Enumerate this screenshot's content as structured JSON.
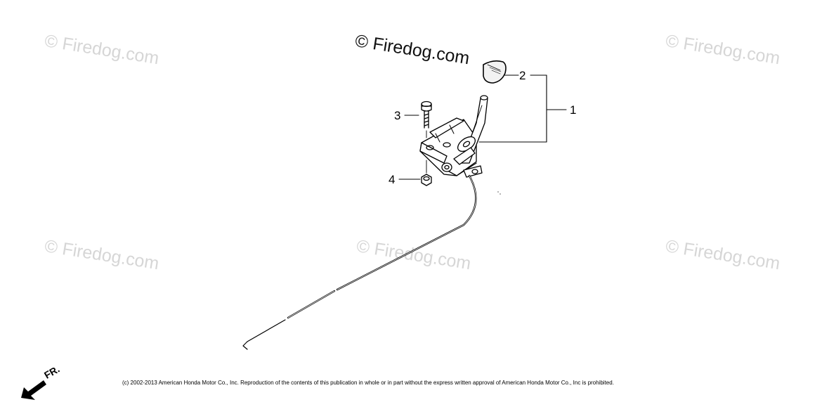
{
  "watermarks": [
    "© Firedog.com",
    "© Firedog.com",
    "© Firedog.com",
    "© Firedog.com",
    "© Firedog.com",
    "© Firedog.com"
  ],
  "main_watermark": "© Firedog.com",
  "callouts": {
    "part_1": "1",
    "part_2": "2",
    "part_3": "3",
    "part_4": "4"
  },
  "direction_label": "FR.",
  "copyright": "(c) 2002-2013 American Honda Motor Co., Inc. Reproduction of the contents of this publication in whole or in part without the express written approval of American Honda Motor Co., Inc is prohibited."
}
